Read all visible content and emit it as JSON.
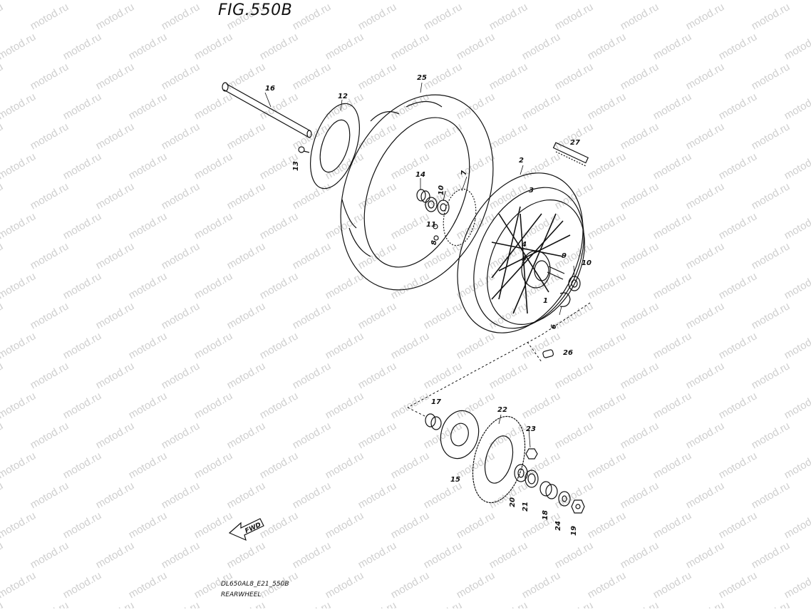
{
  "figure": {
    "title": "FIG.550B",
    "code": "DL650AL8_E21_550B",
    "caption": "REARWHEEL",
    "watermark": "motod.ru",
    "direction_label": "FWD"
  },
  "callouts": [
    "1",
    "2",
    "3",
    "4",
    "5",
    "6",
    "7",
    "8",
    "9",
    "10",
    "11",
    "12",
    "13",
    "14",
    "15",
    "16",
    "17",
    "18",
    "19",
    "20",
    "21",
    "22",
    "23",
    "24",
    "25",
    "26",
    "27"
  ],
  "colors": {
    "line": "#111111",
    "watermark": "#cfcfcf",
    "background": "#ffffff"
  }
}
